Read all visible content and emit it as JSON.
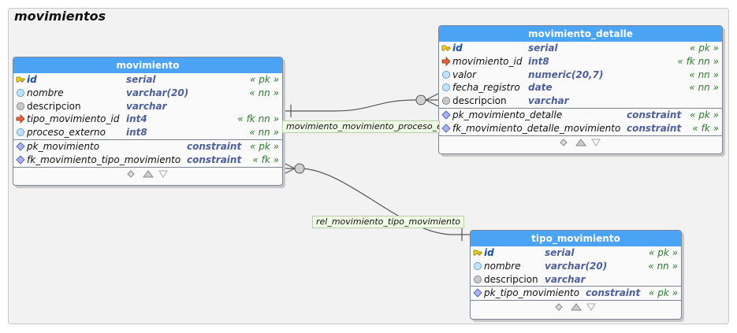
{
  "schema": {
    "title": "movimientos"
  },
  "tables": {
    "movimiento": {
      "title": "movimiento",
      "columns": [
        {
          "icon": "key-icon",
          "name": "id",
          "type": "serial",
          "constraint": "« pk »"
        },
        {
          "icon": "nullable-column-icon",
          "name": "nombre",
          "type": "varchar(20)",
          "constraint": "« nn »"
        },
        {
          "icon": "column-icon",
          "name": "descripcion",
          "type": "varchar",
          "constraint": ""
        },
        {
          "icon": "foreign-key-icon",
          "name": "tipo_movimiento_id",
          "type": "int4",
          "constraint": "« fk nn »"
        },
        {
          "icon": "nullable-column-icon",
          "name": "proceso_externo",
          "type": "int8",
          "constraint": "« nn »"
        }
      ],
      "constraints": [
        {
          "icon": "constraint-icon",
          "name": "pk_movimiento",
          "type": "constraint",
          "constraint": "« pk »"
        },
        {
          "icon": "constraint-icon",
          "name": "fk_movimiento_tipo_movimiento",
          "type": "constraint",
          "constraint": "« fk »"
        }
      ]
    },
    "movimiento_detalle": {
      "title": "movimiento_detalle",
      "columns": [
        {
          "icon": "key-icon",
          "name": "id",
          "type": "serial",
          "constraint": "« pk »"
        },
        {
          "icon": "foreign-key-icon",
          "name": "movimiento_id",
          "type": "int8",
          "constraint": "« fk nn »"
        },
        {
          "icon": "nullable-column-icon",
          "name": "valor",
          "type": "numeric(20,7)",
          "constraint": "« nn »"
        },
        {
          "icon": "nullable-column-icon",
          "name": "fecha_registro",
          "type": "date",
          "constraint": "« nn »"
        },
        {
          "icon": "column-icon",
          "name": "descripcion",
          "type": "varchar",
          "constraint": ""
        }
      ],
      "constraints": [
        {
          "icon": "constraint-icon",
          "name": "pk_movimiento_detalle",
          "type": "constraint",
          "constraint": "« pk »"
        },
        {
          "icon": "constraint-icon",
          "name": "fk_movimiento_detalle_movimiento",
          "type": "constraint",
          "constraint": "« fk »"
        }
      ]
    },
    "tipo_movimiento": {
      "title": "tipo_movimiento",
      "columns": [
        {
          "icon": "key-icon",
          "name": "id",
          "type": "serial",
          "constraint": "« pk »"
        },
        {
          "icon": "nullable-column-icon",
          "name": "nombre",
          "type": "varchar(20)",
          "constraint": "« nn »"
        },
        {
          "icon": "column-icon",
          "name": "descripcion",
          "type": "varchar",
          "constraint": ""
        }
      ],
      "constraints": [
        {
          "icon": "constraint-icon",
          "name": "pk_tipo_movimiento",
          "type": "constraint",
          "constraint": "« pk »"
        }
      ]
    }
  },
  "relationships": {
    "movimiento_detalle_label": "movimiento_movimiento_proceso_externo",
    "tipo_movimiento_label": "rel_movimiento_tipo_movimiento"
  },
  "colors": {
    "header": "#4aa3f5",
    "key": "#f2d60b",
    "foreign_key": "#e8643c",
    "nullable": "#bfe0ff",
    "column": "#c8c8c8",
    "constraint": "#a9b4ee",
    "type": "#4c5f9b",
    "constraint_text": "#2e7b2e"
  }
}
